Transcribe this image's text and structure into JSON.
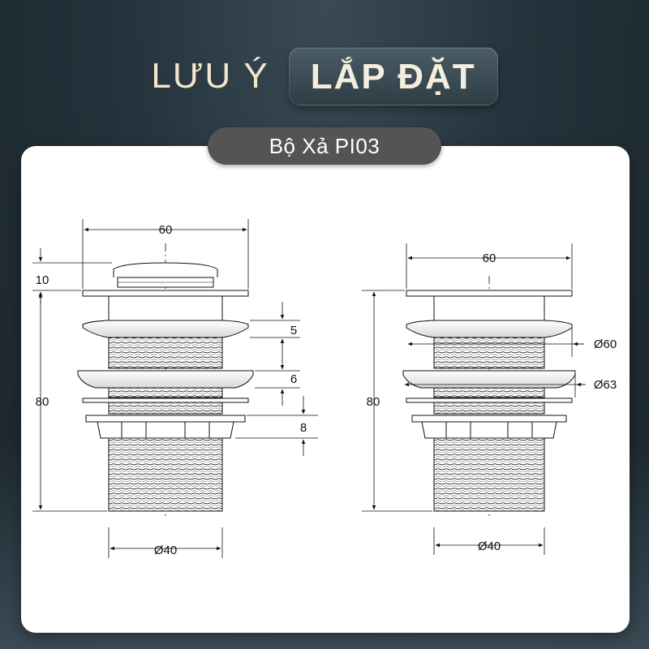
{
  "header": {
    "title_part1": "LƯU Ý",
    "title_part2": "LẮP ĐẶT",
    "subtitle": "Bộ Xả PI03"
  },
  "drawing_left": {
    "top_width": "60",
    "cap_height": "10",
    "body_height": "80",
    "flange1": "5",
    "flange2": "6",
    "washer": "8",
    "thread_diameter": "Ø40"
  },
  "drawing_right": {
    "top_width": "60",
    "body_height": "80",
    "flange1_diameter": "Ø60",
    "flange2_diameter": "Ø63",
    "thread_diameter": "Ø40"
  }
}
